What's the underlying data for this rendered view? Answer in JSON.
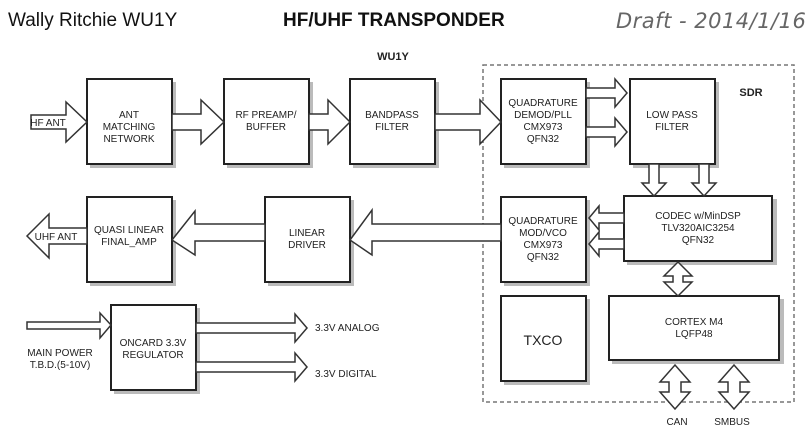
{
  "header": {
    "author": "Wally Ritchie WU1Y",
    "title": "HF/UHF TRANSPONDER",
    "draft": "Draft - 2014/1/16",
    "callsign_label": "WU1Y"
  },
  "sdr_group": {
    "label": "SDR"
  },
  "blocks": {
    "ant_matching": [
      "ANT",
      "MATCHING",
      "NETWORK"
    ],
    "rf_preamp": [
      "RF PREAMP/",
      "BUFFER"
    ],
    "bandpass": [
      "BANDPASS",
      "FILTER"
    ],
    "quad_demod": [
      "QUADRATURE",
      "DEMOD/PLL",
      "CMX973",
      "QFN32"
    ],
    "low_pass": [
      "LOW PASS",
      "FILTER"
    ],
    "codec": [
      "CODEC w/MinDSP",
      "TLV320AIC3254",
      "QFN32"
    ],
    "quad_mod": [
      "QUADRATURE",
      "MOD/VCO",
      "CMX973",
      "QFN32"
    ],
    "linear_driver": [
      "LINEAR",
      "DRIVER"
    ],
    "final_amp": [
      "QUASI LINEAR",
      "FINAL_AMP"
    ],
    "txco": [
      "TXCO"
    ],
    "cortex": [
      "CORTEX M4",
      "LQFP48"
    ],
    "regulator": [
      "ONCARD 3.3V",
      "REGULATOR"
    ]
  },
  "signals": {
    "hf_ant": "HF ANT",
    "uhf_ant": "UHF ANT",
    "main_power": [
      "MAIN POWER",
      "T.B.D.(5-10V)"
    ],
    "analog_out": "3.3V ANALOG",
    "digital_out": "3.3V DIGITAL",
    "can": "CAN",
    "smbus": "SMBUS"
  }
}
